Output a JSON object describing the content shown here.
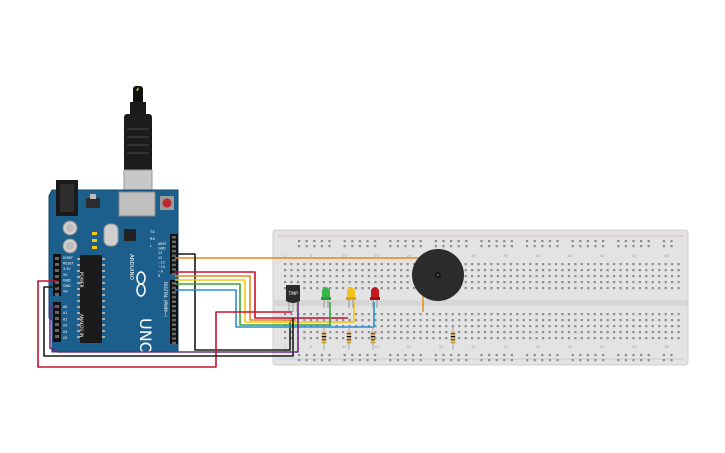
{
  "arduino": {
    "logo_text": "UNO",
    "brand_text": "ARDUINO",
    "power_header_label": "POWER",
    "analog_header_label": "ANALOG IN",
    "digital_header_label": "DIGITAL (PWM~)",
    "power_pins": [
      "IOREF",
      "RESET",
      "3.3V",
      "5V",
      "GND",
      "GND",
      "Vin"
    ],
    "analog_pins": [
      "A0",
      "A1",
      "A2",
      "A3",
      "A4",
      "A5"
    ],
    "digital_pins_top": [
      "AREF",
      "GND",
      "13",
      "12",
      "~11",
      "~10",
      "~9",
      "8"
    ],
    "tx_label": "TX",
    "rx_label": "RX",
    "l_label": "L",
    "on_label": "ON"
  },
  "sensor": {
    "label": "TMP"
  },
  "breadboard": {
    "column_numbers": [
      "1",
      "5",
      "10",
      "15",
      "20",
      "25",
      "30",
      "35",
      "40",
      "45",
      "50",
      "55",
      "60"
    ]
  },
  "colors": {
    "board_blue": "#1c5f8c",
    "breadboard": "#e4e4e4",
    "wire_orange": "#e38a1a",
    "wire_red": "#c8102e",
    "wire_yellow": "#f2c80f",
    "wire_green": "#3aa33a",
    "wire_blue": "#2a8fd6",
    "wire_black": "#1a1a1a",
    "wire_purple": "#6a2c7a",
    "led_green": "#3bb54a",
    "led_yellow": "#f2c11b",
    "led_red": "#c6191f",
    "buzzer": "#2b2b2b"
  }
}
